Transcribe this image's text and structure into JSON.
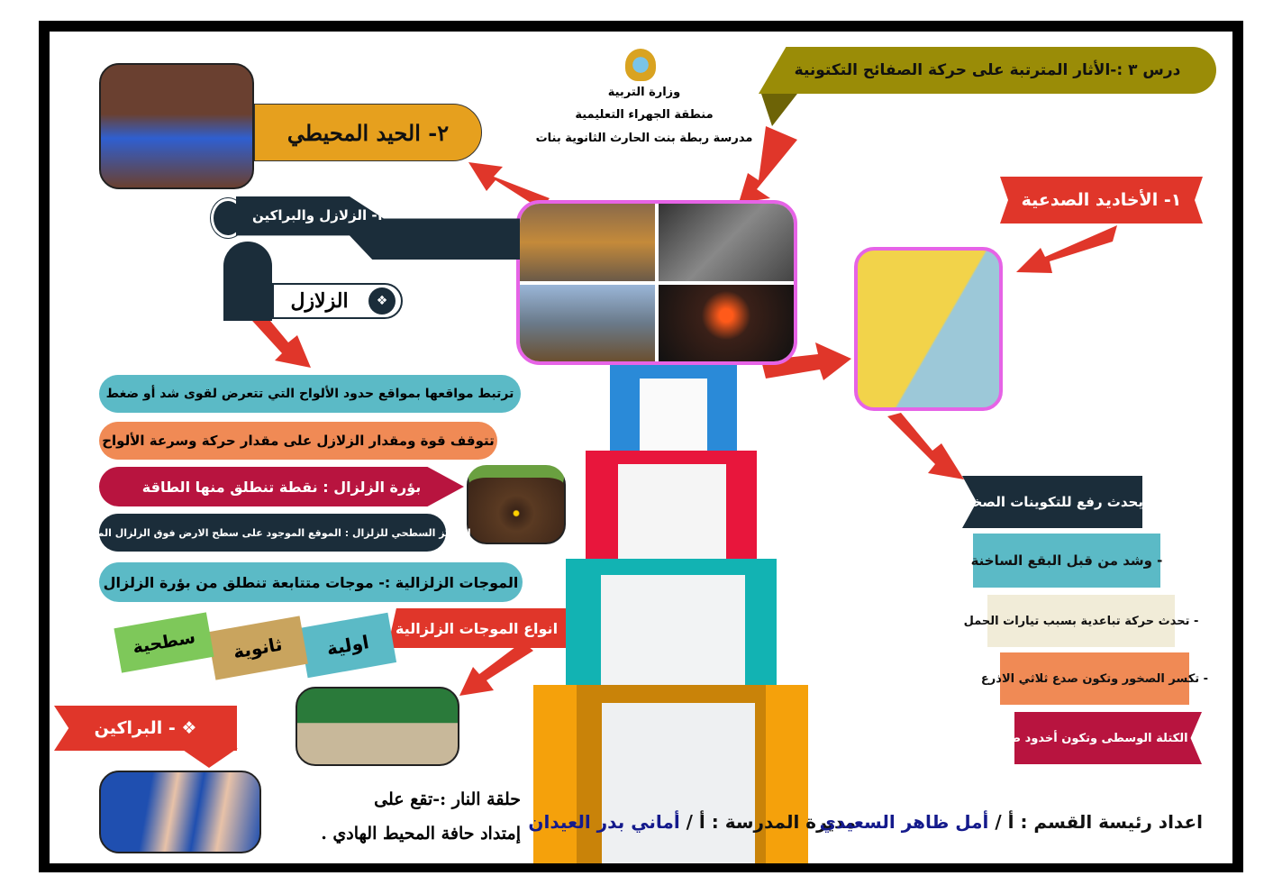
{
  "header": {
    "lesson_title": "درس ٣ :-الأثار المترتبة على حركة الصفائح التكتونية",
    "ministry": "وزارة التربية",
    "region": "منطقة الجهراء التعليمية",
    "school": "مدرسة ربطة بنت الحارث الثانوية بنات"
  },
  "topics": {
    "rift": "١- الأخاديد الصدعية",
    "ridge": "٢- الحيد المحيطي",
    "eq_volc": "٣- الزلازل والبراكين",
    "earthquakes": "الزلازل",
    "volcanoes": "❖ - البراكين"
  },
  "earthquake_facts": [
    "ترتبط مواقعها بمواقع حدود الألواح التي تتعرض لقوى شد أو ضغط",
    "تتوقف قوة ومقدار الزلازل على مقدار حركة وسرعة الألواح",
    "بؤرة الزلزال : نقطة تنطلق منها الطاقة",
    "المركز السطحي للزلزال : الموقع الموجود على سطح الارض فوق الزلزال المباشر",
    "الموجات الزلزالية :- موجات متتابعة تنطلق من بؤرة الزلزال"
  ],
  "wave_types": {
    "title": "انواع الموجات الزلزالية",
    "primary": "اولية",
    "secondary": "ثانوية",
    "surface": "سطحية"
  },
  "ring_of_fire": {
    "line1": "حلقة النار :-تقع على",
    "line2": "إمتداد حافة المحيط الهادي ."
  },
  "rift_steps": [
    "- يحدث رفع للتكوينات الصخرية",
    "- وشد من قبل البقع الساخنة",
    "- تحدث حركة تباعدية بسبب تيارات الحمل",
    "- تكسر الصخور وتكون صدع ثلاثي الاذرع",
    "- هبوط الكتلة الوسطى وتكون أخدود صدعي"
  ],
  "credits": {
    "principal_label": "مديرة المدرسة : أ / ",
    "principal_name": "أماني بدر العيدان",
    "prepared_label": "اعداد رئيسة القسم : أ / ",
    "prepared_name": "أمل ظاهر السعيدي"
  },
  "colors": {
    "red": "#e0362a",
    "olive": "#9a8c07",
    "gold": "#e6a01e",
    "navy": "#1b2d3a",
    "teal": "#5bbac6",
    "orange": "#f08a55",
    "crimson": "#b8143f",
    "magenta": "#e663e6",
    "blue": "#141a8c"
  }
}
